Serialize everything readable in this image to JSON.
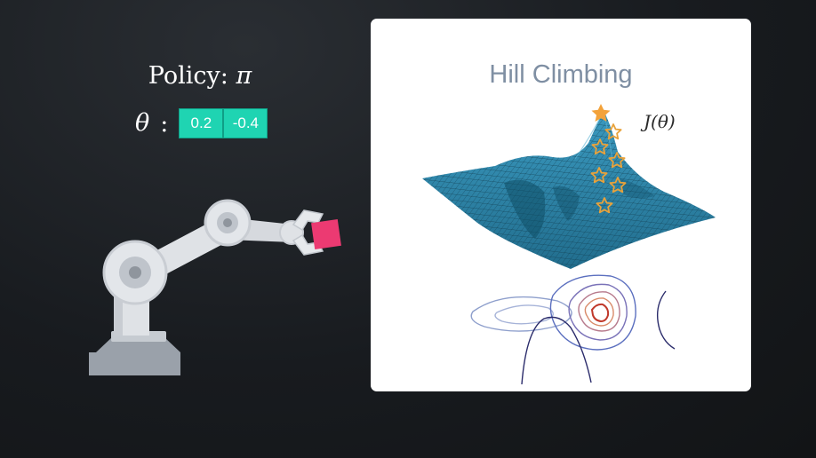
{
  "policy": {
    "prefix": "Policy: ",
    "symbol": "π"
  },
  "theta": {
    "symbol": "θ",
    "colon": ":",
    "values": [
      "0.2",
      "-0.4"
    ]
  },
  "panel": {
    "title": "Hill Climbing",
    "objective_label": "J(θ)"
  },
  "colors": {
    "param_fill": "#1fd4b2",
    "surface": "#2a7fa0",
    "star_best": "#f3a23a",
    "star_outline": "#e8a23b",
    "gripped_box": "#ec3a72",
    "title_text": "#7f8fa3"
  },
  "icons": {
    "robot": "robot-arm-icon",
    "best_star": "star-filled-icon",
    "candidate_star": "star-outline-icon"
  }
}
